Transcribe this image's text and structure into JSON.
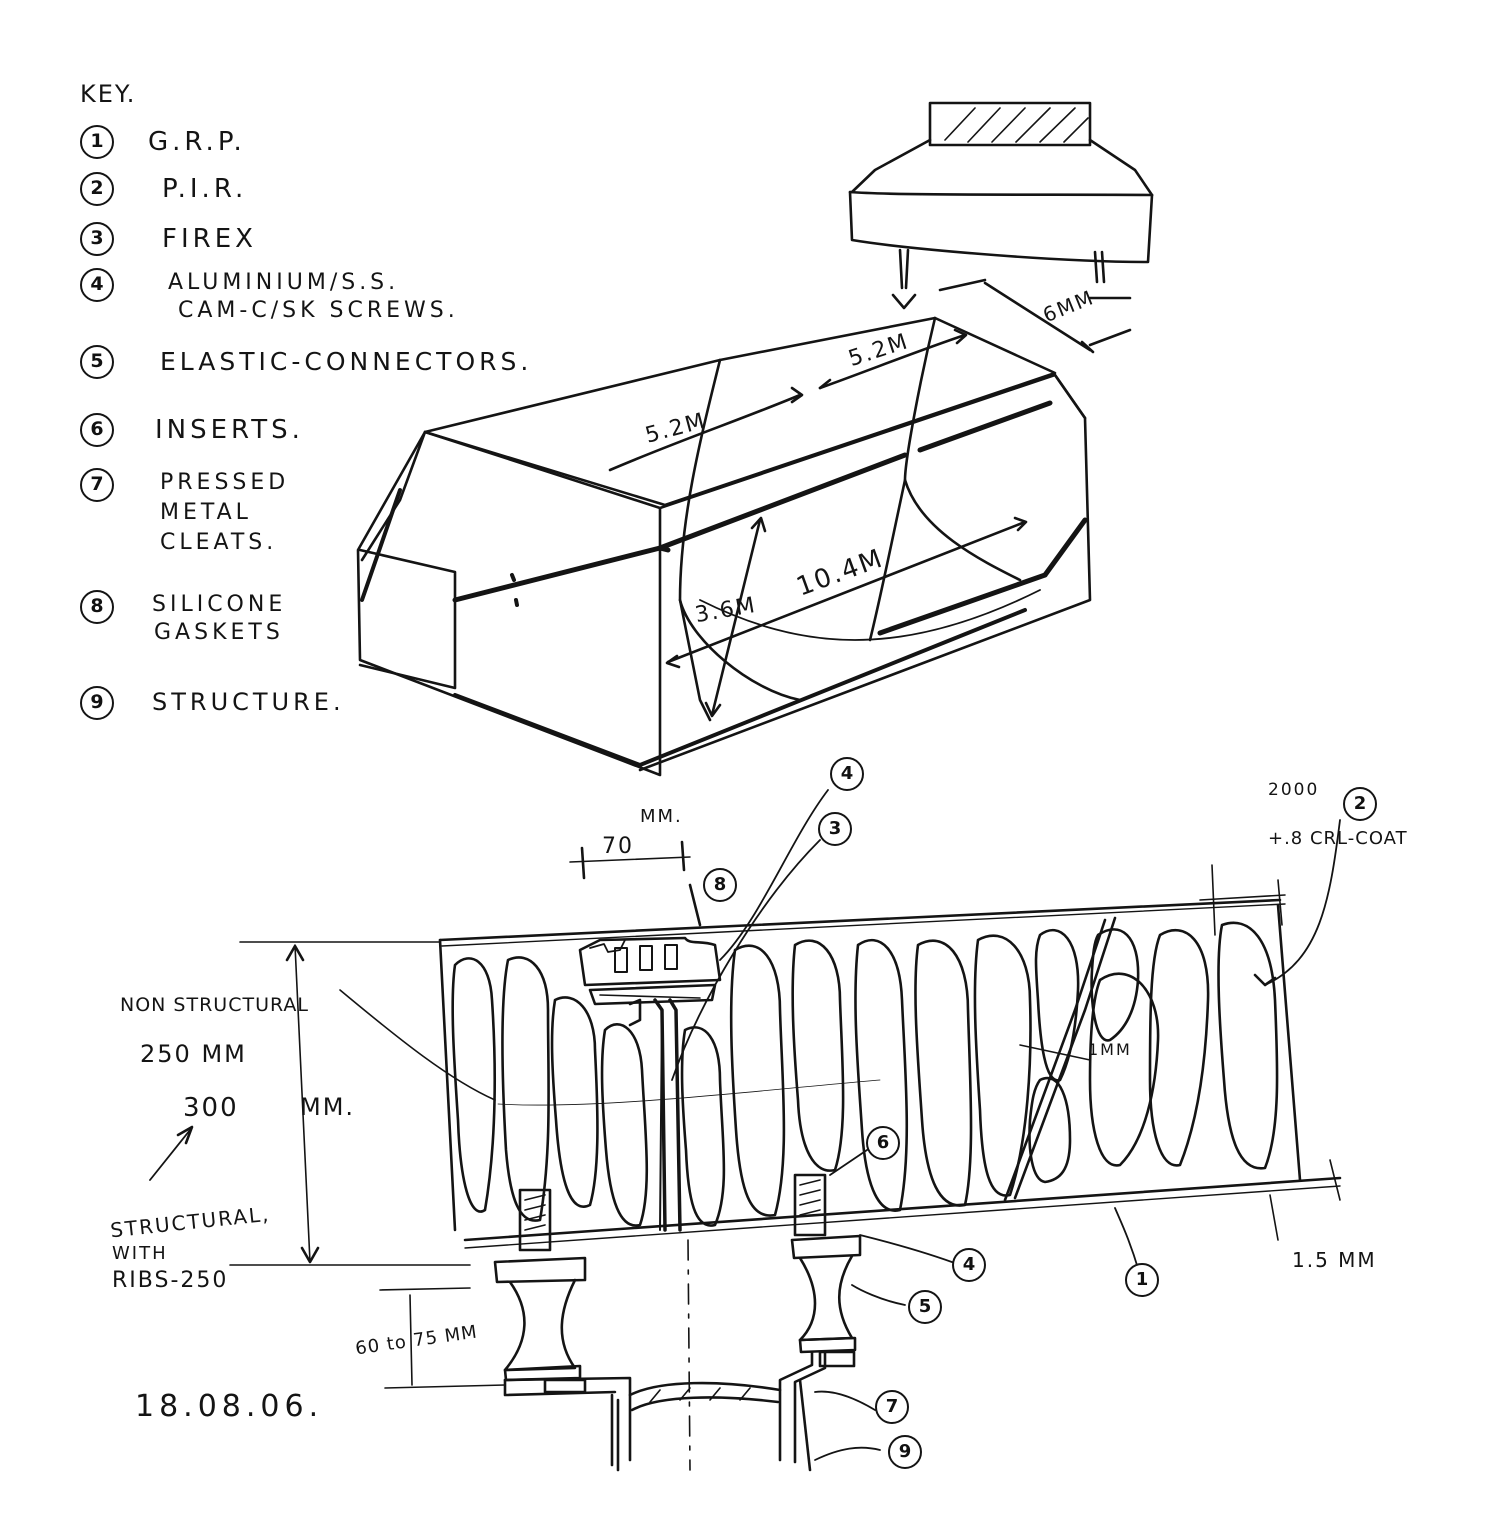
{
  "key": {
    "title": "KEY.",
    "items": [
      {
        "num": "1",
        "text": "G.R.P."
      },
      {
        "num": "2",
        "text": "P.I.R."
      },
      {
        "num": "3",
        "text": "FIREX"
      },
      {
        "num": "4",
        "text": "ALUMINIUM/S.S.",
        "text2": "CAM-C/SK SCREWS."
      },
      {
        "num": "5",
        "text": "ELASTIC-CONNECTORS."
      },
      {
        "num": "6",
        "text": "INSERTS."
      },
      {
        "num": "7",
        "text": "PRESSED",
        "text2": "METAL",
        "text3": "CLEATS."
      },
      {
        "num": "8",
        "text": "SILICONE",
        "text2": "GASKETS"
      },
      {
        "num": "9",
        "text": "STRUCTURE."
      }
    ]
  },
  "isometric": {
    "dim_length": "10.4M",
    "dim_width_front": "5.2M",
    "dim_width_top": "5.2M",
    "dim_height": "3.6M",
    "dim_gap": "6MM"
  },
  "section": {
    "dim_joint": "70",
    "dim_joint_unit": "MM.",
    "non_structural": "NON STRUCTURAL",
    "non_structural_depth": "250 MM",
    "overall_depth": "300",
    "overall_unit": "MM.",
    "structural": "STRUCTURAL,",
    "structural_2": "WITH",
    "structural_3": "RIBS-250",
    "connector_range": "60 to 75 MM",
    "skin_note_1": "2000",
    "skin_note_2": "+.8 CRL-COAT",
    "rib_dim": "1MM",
    "grp_thickness": "1.5 MM",
    "callouts": [
      "1",
      "2",
      "3",
      "4",
      "4",
      "5",
      "6",
      "7",
      "8",
      "9"
    ]
  },
  "date": "18.08.06."
}
